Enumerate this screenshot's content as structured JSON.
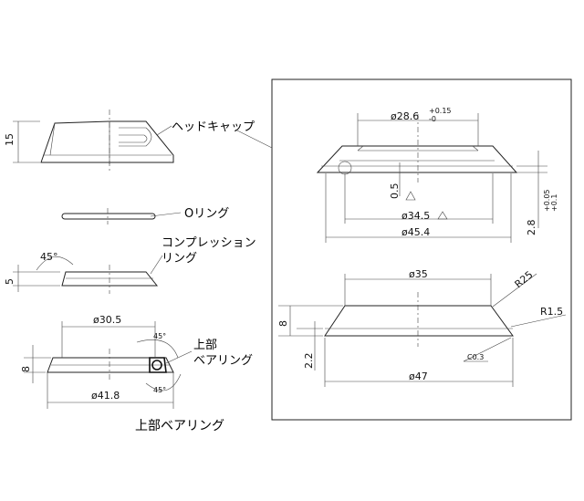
{
  "labels": {
    "head_cap": "ヘッドキャップ",
    "o_ring": "Oリング",
    "compression_ring_line1": "コンプレッション",
    "compression_ring_line2": "リング",
    "upper_bearing_line1": "上部",
    "upper_bearing_line2": "ベアリング",
    "upper_bearing_caption": "上部ベアリング"
  },
  "left_dims": {
    "head_cap_height": "15",
    "compression_height": "5",
    "compression_angle": "45°",
    "bearing_height": "8",
    "bearing_inner": "ø30.5",
    "bearing_outer": "ø41.8",
    "bearing_angle_top": "45°",
    "bearing_angle_bottom": "45°"
  },
  "detail_top": {
    "d_inner": "ø28.6",
    "d_inner_tol_upper": "+0.15",
    "d_inner_tol_lower": "-0",
    "d_mid": "ø34.5",
    "d_outer": "ø45.4",
    "depth": "0.5",
    "height": "2.8",
    "height_tol_upper": "+0.05",
    "height_tol_lower": "+0.1"
  },
  "detail_bottom": {
    "d_top": "ø35",
    "d_bottom": "ø47",
    "radius_large": "R25",
    "radius_small": "R1.5",
    "height": "8",
    "step": "2.2",
    "chamfer": "C0.3"
  }
}
